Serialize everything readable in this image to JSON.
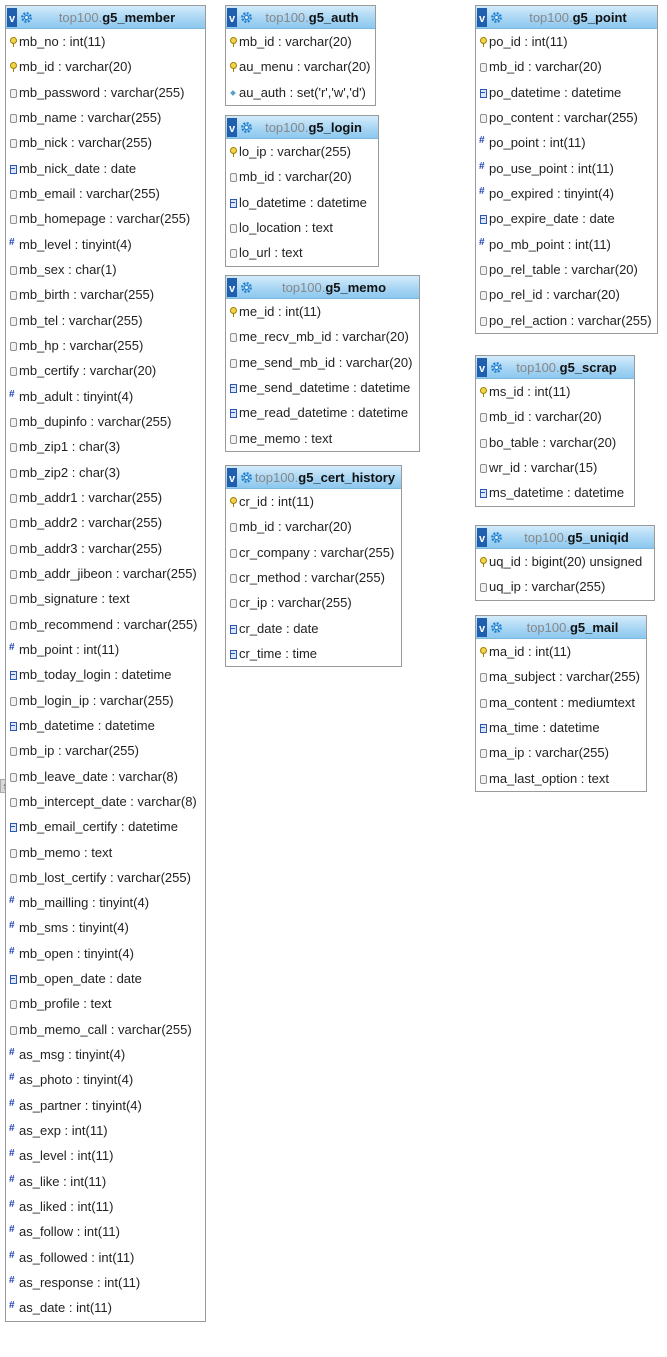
{
  "side_tab": {
    "label": "숨"
  },
  "tables": [
    {
      "id": "member",
      "db": "top100.",
      "name": "g5_member",
      "columns": [
        {
          "t": "key",
          "text": "mb_no : int(11)"
        },
        {
          "t": "key",
          "text": "mb_id : varchar(20)"
        },
        {
          "t": "txt",
          "text": "mb_password : varchar(255)"
        },
        {
          "t": "txt",
          "text": "mb_name : varchar(255)"
        },
        {
          "t": "txt",
          "text": "mb_nick : varchar(255)"
        },
        {
          "t": "date",
          "text": "mb_nick_date : date"
        },
        {
          "t": "txt",
          "text": "mb_email : varchar(255)"
        },
        {
          "t": "txt",
          "text": "mb_homepage : varchar(255)"
        },
        {
          "t": "num",
          "text": "mb_level : tinyint(4)"
        },
        {
          "t": "txt",
          "text": "mb_sex : char(1)"
        },
        {
          "t": "txt",
          "text": "mb_birth : varchar(255)"
        },
        {
          "t": "txt",
          "text": "mb_tel : varchar(255)"
        },
        {
          "t": "txt",
          "text": "mb_hp : varchar(255)"
        },
        {
          "t": "txt",
          "text": "mb_certify : varchar(20)"
        },
        {
          "t": "num",
          "text": "mb_adult : tinyint(4)"
        },
        {
          "t": "txt",
          "text": "mb_dupinfo : varchar(255)"
        },
        {
          "t": "txt",
          "text": "mb_zip1 : char(3)"
        },
        {
          "t": "txt",
          "text": "mb_zip2 : char(3)"
        },
        {
          "t": "txt",
          "text": "mb_addr1 : varchar(255)"
        },
        {
          "t": "txt",
          "text": "mb_addr2 : varchar(255)"
        },
        {
          "t": "txt",
          "text": "mb_addr3 : varchar(255)"
        },
        {
          "t": "txt",
          "text": "mb_addr_jibeon : varchar(255)"
        },
        {
          "t": "txt",
          "text": "mb_signature : text"
        },
        {
          "t": "txt",
          "text": "mb_recommend : varchar(255)"
        },
        {
          "t": "num",
          "text": "mb_point : int(11)"
        },
        {
          "t": "date",
          "text": "mb_today_login : datetime"
        },
        {
          "t": "txt",
          "text": "mb_login_ip : varchar(255)"
        },
        {
          "t": "date",
          "text": "mb_datetime : datetime"
        },
        {
          "t": "txt",
          "text": "mb_ip : varchar(255)"
        },
        {
          "t": "txt",
          "text": "mb_leave_date : varchar(8)"
        },
        {
          "t": "txt",
          "text": "mb_intercept_date : varchar(8)"
        },
        {
          "t": "date",
          "text": "mb_email_certify : datetime"
        },
        {
          "t": "txt",
          "text": "mb_memo : text"
        },
        {
          "t": "txt",
          "text": "mb_lost_certify : varchar(255)"
        },
        {
          "t": "num",
          "text": "mb_mailling : tinyint(4)"
        },
        {
          "t": "num",
          "text": "mb_sms : tinyint(4)"
        },
        {
          "t": "num",
          "text": "mb_open : tinyint(4)"
        },
        {
          "t": "date",
          "text": "mb_open_date : date"
        },
        {
          "t": "txt",
          "text": "mb_profile : text"
        },
        {
          "t": "txt",
          "text": "mb_memo_call : varchar(255)"
        },
        {
          "t": "num",
          "text": "as_msg : tinyint(4)"
        },
        {
          "t": "num",
          "text": "as_photo : tinyint(4)"
        },
        {
          "t": "num",
          "text": "as_partner : tinyint(4)"
        },
        {
          "t": "num",
          "text": "as_exp : int(11)"
        },
        {
          "t": "num",
          "text": "as_level : int(11)"
        },
        {
          "t": "num",
          "text": "as_like : int(11)"
        },
        {
          "t": "num",
          "text": "as_liked : int(11)"
        },
        {
          "t": "num",
          "text": "as_follow : int(11)"
        },
        {
          "t": "num",
          "text": "as_followed : int(11)"
        },
        {
          "t": "num",
          "text": "as_response : int(11)"
        },
        {
          "t": "num",
          "text": "as_date : int(11)"
        }
      ]
    },
    {
      "id": "auth",
      "db": "top100.",
      "name": "g5_auth",
      "columns": [
        {
          "t": "key",
          "text": "mb_id : varchar(20)"
        },
        {
          "t": "key",
          "text": "au_menu : varchar(20)"
        },
        {
          "t": "set",
          "text": "au_auth : set('r','w','d')"
        }
      ]
    },
    {
      "id": "login",
      "db": "top100.",
      "name": "g5_login",
      "columns": [
        {
          "t": "key",
          "text": "lo_ip : varchar(255)"
        },
        {
          "t": "txt",
          "text": "mb_id : varchar(20)"
        },
        {
          "t": "date",
          "text": "lo_datetime : datetime"
        },
        {
          "t": "txt",
          "text": "lo_location : text"
        },
        {
          "t": "txt",
          "text": "lo_url : text"
        }
      ]
    },
    {
      "id": "memo",
      "db": "top100.",
      "name": "g5_memo",
      "columns": [
        {
          "t": "key",
          "text": "me_id : int(11)"
        },
        {
          "t": "txt",
          "text": "me_recv_mb_id : varchar(20)"
        },
        {
          "t": "txt",
          "text": "me_send_mb_id : varchar(20)"
        },
        {
          "t": "date",
          "text": "me_send_datetime : datetime"
        },
        {
          "t": "date",
          "text": "me_read_datetime : datetime"
        },
        {
          "t": "txt",
          "text": "me_memo : text"
        }
      ]
    },
    {
      "id": "cert_history",
      "db": "top100.",
      "name": "g5_cert_history",
      "columns": [
        {
          "t": "key",
          "text": "cr_id : int(11)"
        },
        {
          "t": "txt",
          "text": "mb_id : varchar(20)"
        },
        {
          "t": "txt",
          "text": "cr_company : varchar(255)"
        },
        {
          "t": "txt",
          "text": "cr_method : varchar(255)"
        },
        {
          "t": "txt",
          "text": "cr_ip : varchar(255)"
        },
        {
          "t": "date",
          "text": "cr_date : date"
        },
        {
          "t": "date",
          "text": "cr_time : time"
        }
      ]
    },
    {
      "id": "point",
      "db": "top100.",
      "name": "g5_point",
      "columns": [
        {
          "t": "key",
          "text": "po_id : int(11)"
        },
        {
          "t": "txt",
          "text": "mb_id : varchar(20)"
        },
        {
          "t": "date",
          "text": "po_datetime : datetime"
        },
        {
          "t": "txt",
          "text": "po_content : varchar(255)"
        },
        {
          "t": "num",
          "text": "po_point : int(11)"
        },
        {
          "t": "num",
          "text": "po_use_point : int(11)"
        },
        {
          "t": "num",
          "text": "po_expired : tinyint(4)"
        },
        {
          "t": "date",
          "text": "po_expire_date : date"
        },
        {
          "t": "num",
          "text": "po_mb_point : int(11)"
        },
        {
          "t": "txt",
          "text": "po_rel_table : varchar(20)"
        },
        {
          "t": "txt",
          "text": "po_rel_id : varchar(20)"
        },
        {
          "t": "txt",
          "text": "po_rel_action : varchar(255)"
        }
      ]
    },
    {
      "id": "scrap",
      "db": "top100.",
      "name": "g5_scrap",
      "columns": [
        {
          "t": "key",
          "text": "ms_id : int(11)"
        },
        {
          "t": "txt",
          "text": "mb_id : varchar(20)"
        },
        {
          "t": "txt",
          "text": "bo_table : varchar(20)"
        },
        {
          "t": "txt",
          "text": "wr_id : varchar(15)"
        },
        {
          "t": "date",
          "text": "ms_datetime : datetime"
        }
      ]
    },
    {
      "id": "uniqid",
      "db": "top100.",
      "name": "g5_uniqid",
      "columns": [
        {
          "t": "key",
          "text": "uq_id : bigint(20) unsigned"
        },
        {
          "t": "txt",
          "text": "uq_ip : varchar(255)"
        }
      ]
    },
    {
      "id": "mail",
      "db": "top100.",
      "name": "g5_mail",
      "columns": [
        {
          "t": "key",
          "text": "ma_id : int(11)"
        },
        {
          "t": "txt",
          "text": "ma_subject : varchar(255)"
        },
        {
          "t": "txt",
          "text": "ma_content : mediumtext"
        },
        {
          "t": "date",
          "text": "ma_time : datetime"
        },
        {
          "t": "txt",
          "text": "ma_ip : varchar(255)"
        },
        {
          "t": "txt",
          "text": "ma_last_option : text"
        }
      ]
    }
  ]
}
